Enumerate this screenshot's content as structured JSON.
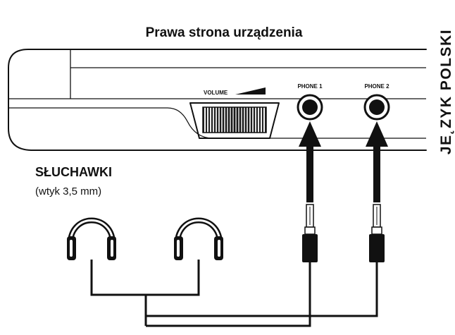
{
  "title": "Prawa strona urządzenia",
  "side_label": "JE˛ZYK POLSKI",
  "device": {
    "volume_label": "VOLUME",
    "phone1_label": "PHONE 1",
    "phone2_label": "PHONE 2"
  },
  "headphones": {
    "label": "SŁUCHAWKI",
    "note": "(wtyk 3,5 mm)"
  },
  "icons": {
    "headphones": "headphones-icon",
    "arrow": "arrow-up-icon",
    "plug": "plug-icon",
    "jack": "headphone-jack-icon",
    "volume": "volume-wheel-icon"
  }
}
